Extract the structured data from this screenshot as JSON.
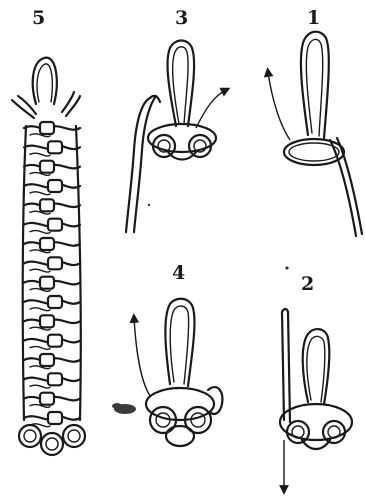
{
  "figure": {
    "labels": {
      "step1": "1",
      "step2": "2",
      "step3": "3",
      "step4": "4",
      "step5": "5"
    },
    "braid_rungs": 16
  }
}
